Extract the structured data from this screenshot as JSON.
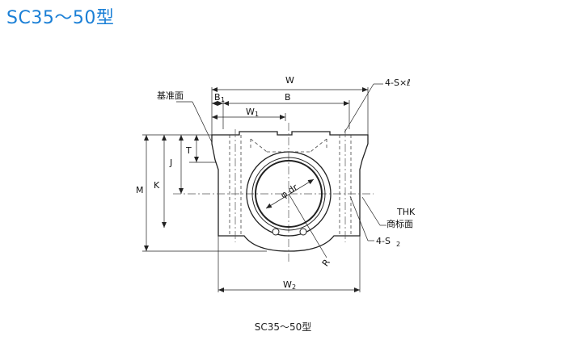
{
  "title": "SC35～50型",
  "caption": "SC35～50型",
  "labels": {
    "W": "W",
    "B1": "B",
    "B1_sub": "1",
    "W1": "W",
    "W1_sub": "1",
    "B": "B",
    "hole_spec": "4-S×ℓ",
    "ref_surface": "基准面",
    "T": "T",
    "J": "J",
    "K": "K",
    "M": "M",
    "bore": "φ dr",
    "thk": "THK",
    "trademark_surface": "商标面",
    "S2": "4-S",
    "S2_sub": "2",
    "R": "R",
    "W2": "W",
    "W2_sub": "2"
  },
  "colors": {
    "title": "#1a7fd6",
    "line": "#222222",
    "body_fill": "#ffffff"
  }
}
